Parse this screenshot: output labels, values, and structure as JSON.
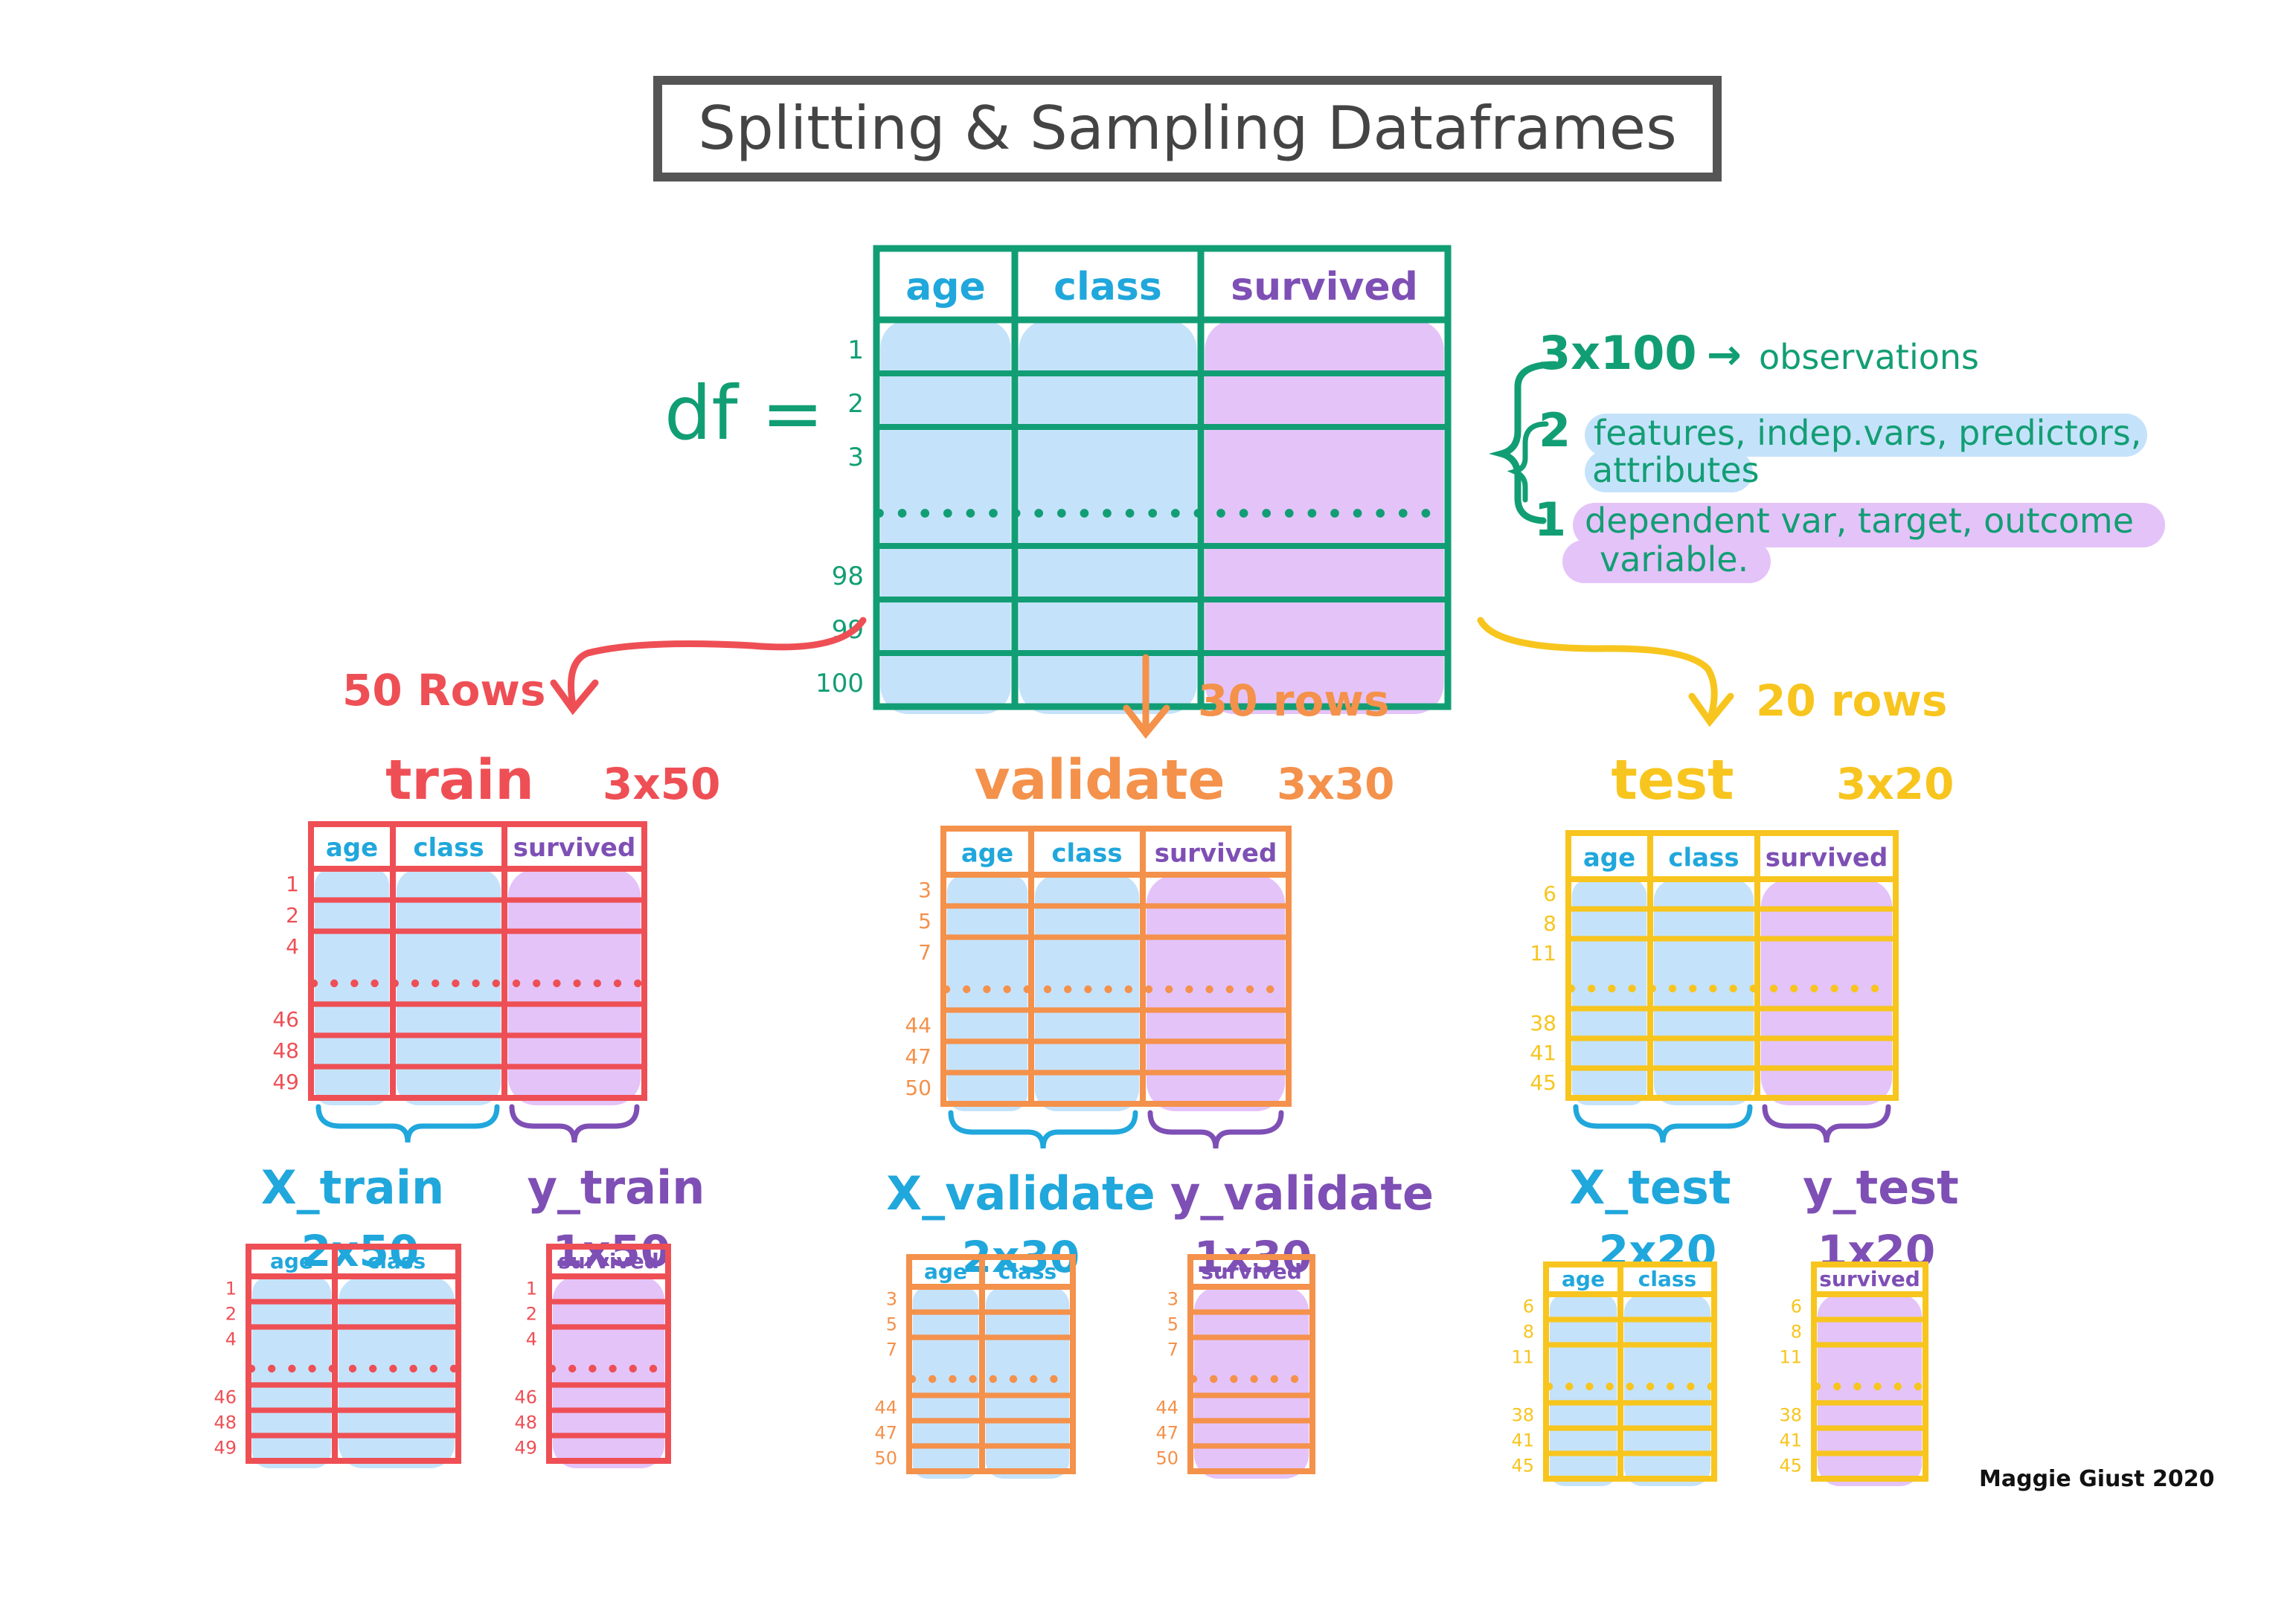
{
  "title": "Splitting & Sampling Dataframes",
  "colors": {
    "df": "#129e74",
    "train": "#ee4f55",
    "validate": "#f4914b",
    "test": "#f7c51e",
    "feature_text": "#20a7dc",
    "target_text": "#7e4fb5",
    "feature_fill": "#c5e2fb",
    "target_fill": "#e4c3f9",
    "frame": "#555555",
    "signature": "#111111"
  },
  "df": {
    "label": "df =",
    "headers": [
      "age",
      "class",
      "survived"
    ],
    "row_numbers": [
      "1",
      "2",
      "3",
      "98",
      "99",
      "100"
    ],
    "notes": {
      "shape": "3x100",
      "shape_arrow": "→",
      "shape_desc": "observations",
      "features_count": "2",
      "features_line1": "features, indep.vars, predictors,",
      "features_line2": "attributes",
      "target_count": "1",
      "target_line1": "dependent var, target, outcome",
      "target_line2": "variable."
    }
  },
  "splits": [
    {
      "key": "train",
      "rows_label": "50 Rows",
      "name": "train",
      "shape": "3x50",
      "row_numbers": [
        "1",
        "2",
        "4",
        "46",
        "48",
        "49"
      ],
      "x_name": "X_train",
      "x_shape": "2x50",
      "y_name": "y_train",
      "y_shape": "1x50"
    },
    {
      "key": "validate",
      "rows_label": "30 rows",
      "name": "validate",
      "shape": "3x30",
      "row_numbers": [
        "3",
        "5",
        "7",
        "44",
        "47",
        "50"
      ],
      "x_name": "X_validate",
      "x_shape": "2x30",
      "y_name": "y_validate",
      "y_shape": "1x30"
    },
    {
      "key": "test",
      "rows_label": "20 rows",
      "name": "test",
      "shape": "3x20",
      "row_numbers": [
        "6",
        "8",
        "11",
        "38",
        "41",
        "45"
      ],
      "x_name": "X_test",
      "x_shape": "2x20",
      "y_name": "y_test",
      "y_shape": "1x20"
    }
  ],
  "signature": "Maggie Giust 2020"
}
